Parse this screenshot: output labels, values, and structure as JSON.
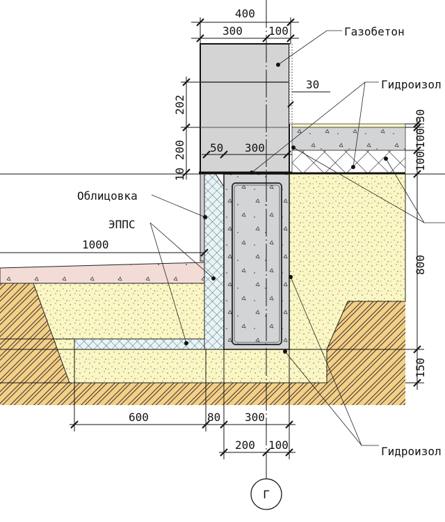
{
  "labels": {
    "gazobeton": "Газобетон",
    "hydro_top": "Гидроизол",
    "hydro_bottom": "Гидроизол",
    "oblitsovka": "Облицовка",
    "epps": "ЭППС",
    "axis": "Г"
  },
  "dims": {
    "top_total": "400",
    "top_300": "300",
    "top_100": "100",
    "gap_30": "30",
    "h_202": "202",
    "h_200": "200",
    "h_10": "10",
    "in_50": "50",
    "in_300": "300",
    "left_1000": "1000",
    "r_30": "30",
    "r_100a": "100",
    "r_100b": "100",
    "r_800": "800",
    "r_150": "150",
    "b_600": "600",
    "b_80": "80",
    "b_300": "300",
    "b_200": "200",
    "b_100": "100"
  },
  "colors": {
    "sand": "#fbf7c4",
    "clay": "#f5cf86",
    "concrete": "#d3d4d6",
    "blind_area": "#f3dcd6",
    "xps": "#e6f4f8"
  }
}
